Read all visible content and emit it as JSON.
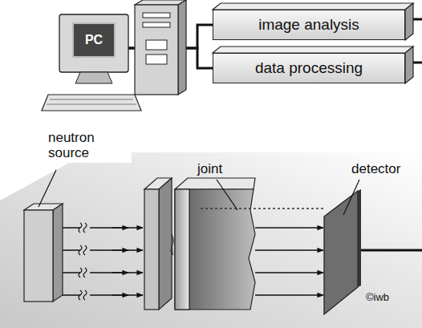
{
  "diagram": {
    "nodes": [
      {
        "text": [
          "PC"
        ]
      },
      {
        "text": [
          "image analysis"
        ]
      },
      {
        "text": [
          "data processing"
        ]
      }
    ],
    "edges": [
      {
        "from": 0,
        "to": 1,
        "arrow": "none"
      },
      {
        "from": 0,
        "to": 2,
        "arrow": "none"
      }
    ],
    "labels": [
      "neutron source",
      "joint",
      "detector",
      "©iwb"
    ]
  }
}
